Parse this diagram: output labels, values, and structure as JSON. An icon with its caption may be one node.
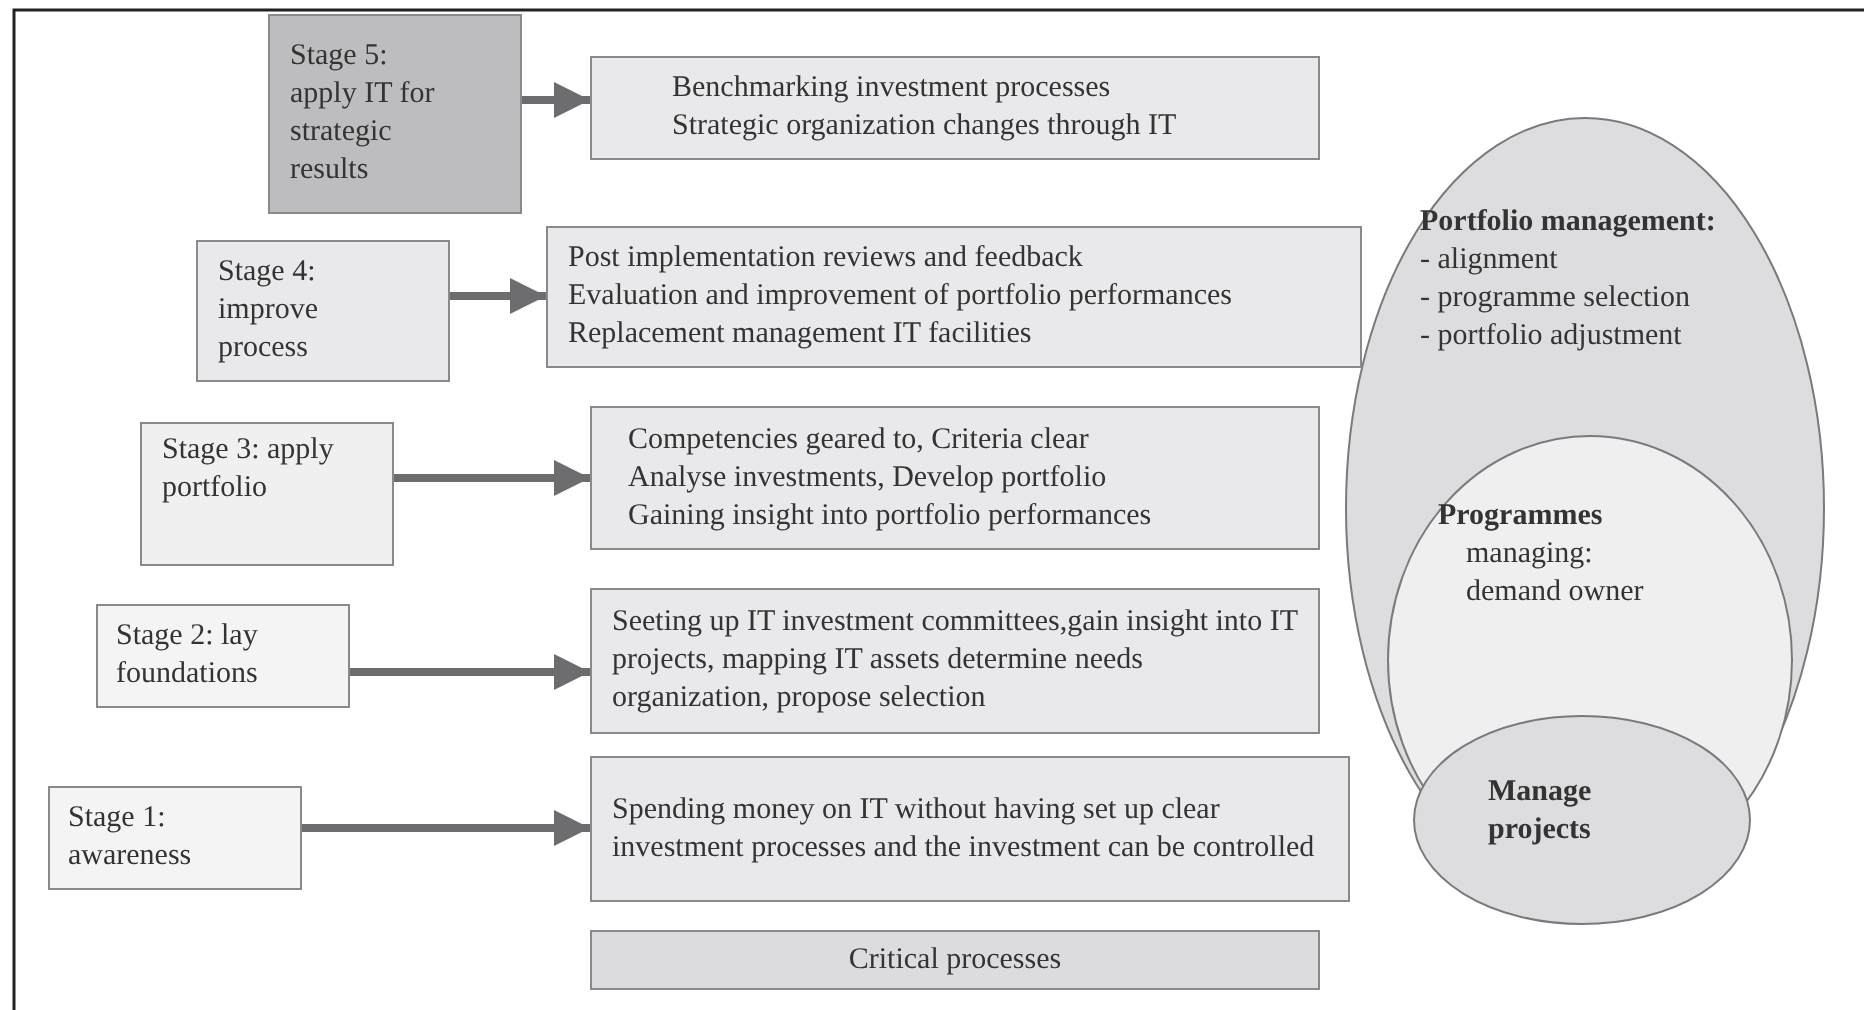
{
  "diagram": {
    "nodes": [
      {
        "text": [
          "Stage 5: apply IT for strategic results"
        ]
      },
      {
        "text": [
          "Benchmarking investment processes",
          "Strategic organization changes through IT"
        ]
      },
      {
        "text": [
          "Stage 4: improve process"
        ]
      },
      {
        "text": [
          "Post implementation reviews and feedback",
          "Evaluation and improvement of portfolio performances",
          "Replacement management IT facilities"
        ]
      },
      {
        "text": [
          "Stage 3: apply portfolio"
        ]
      },
      {
        "text": [
          "Competencies geared to, Criteria clear",
          "Analyse investments, Develop portfolio",
          "Gaining insight into portfolio performances"
        ]
      },
      {
        "text": [
          "Stage 2: lay foundations"
        ]
      },
      {
        "text": [
          "Seeting up IT investment committees,gain insight into IT projects, mapping IT assets determine needs organization, propose selection"
        ]
      },
      {
        "text": [
          "Stage 1: awareness"
        ]
      },
      {
        "text": [
          "Spending money on IT without having set up clear investment processes and the investment can be controlled"
        ]
      },
      {
        "text": [
          "Critical processes"
        ]
      },
      {
        "text": [
          "Portfolio management:",
          "- alignment",
          "- programme selection",
          "- portfolio adjustment"
        ]
      },
      {
        "text": [
          "Programmes",
          "managing: demand owner"
        ]
      },
      {
        "text": [
          "Manage projects"
        ]
      }
    ],
    "edges": [
      {
        "from": 0,
        "to": 1,
        "arrow": "to"
      },
      {
        "from": 2,
        "to": 3,
        "arrow": "to"
      },
      {
        "from": 4,
        "to": 5,
        "arrow": "to"
      },
      {
        "from": 6,
        "to": 7,
        "arrow": "to"
      },
      {
        "from": 8,
        "to": 9,
        "arrow": "to"
      }
    ]
  }
}
